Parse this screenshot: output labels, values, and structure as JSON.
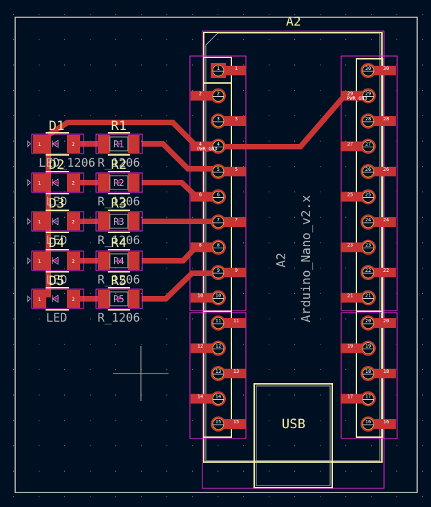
{
  "app": "PCB layout editor",
  "colors": {
    "background": "#001023",
    "board_edge": "#d0d2cd",
    "copper": "#c83434",
    "silkscreen": "#f2eda1",
    "courtyard": "#ff26e2",
    "fab": "#b4b4b4",
    "pad_ring": "#e0b020",
    "grid": "#848484"
  },
  "module": {
    "reference": "A2",
    "value": "Arduino_Nano_v2.x",
    "fab_reference": "A2",
    "connector_label": "USB",
    "left_header_pins": [
      {
        "num": "1",
        "label": "1"
      },
      {
        "num": "2",
        "label": "2"
      },
      {
        "num": "3",
        "label": "3"
      },
      {
        "num": "4",
        "label": "4",
        "net": "PWR_GND"
      },
      {
        "num": "5",
        "label": "5"
      },
      {
        "num": "6",
        "label": "6"
      },
      {
        "num": "7",
        "label": "7"
      },
      {
        "num": "8",
        "label": "8"
      },
      {
        "num": "9",
        "label": "9"
      },
      {
        "num": "10",
        "label": "10"
      },
      {
        "num": "11",
        "label": "11"
      },
      {
        "num": "12",
        "label": "12"
      },
      {
        "num": "13",
        "label": "13"
      },
      {
        "num": "14",
        "label": "14"
      },
      {
        "num": "15",
        "label": "15"
      }
    ],
    "right_header_pins": [
      {
        "num": "30",
        "label": "30"
      },
      {
        "num": "29",
        "label": "29",
        "net": "PWR_GND"
      },
      {
        "num": "28",
        "label": "28"
      },
      {
        "num": "27",
        "label": "27"
      },
      {
        "num": "26",
        "label": "26"
      },
      {
        "num": "25",
        "label": "25"
      },
      {
        "num": "24",
        "label": "24"
      },
      {
        "num": "23",
        "label": "23"
      },
      {
        "num": "22",
        "label": "22"
      },
      {
        "num": "21",
        "label": "21"
      },
      {
        "num": "20",
        "label": "20"
      },
      {
        "num": "19",
        "label": "19"
      },
      {
        "num": "18",
        "label": "18"
      },
      {
        "num": "17",
        "label": "17"
      },
      {
        "num": "16",
        "label": "16"
      }
    ]
  },
  "components": [
    {
      "led_ref": "D1",
      "led_value": "LED_1206",
      "res_ref": "R1",
      "res_value": "R_1206"
    },
    {
      "led_ref": "D2",
      "led_value": "LED",
      "res_ref": "R2",
      "res_value": "R_1206"
    },
    {
      "led_ref": "D3",
      "led_value": "LED",
      "res_ref": "R3",
      "res_value": "R_1206"
    },
    {
      "led_ref": "D4",
      "led_value": "LED",
      "res_ref": "R4",
      "res_value": "R_1206"
    },
    {
      "led_ref": "D5",
      "led_value": "LED",
      "res_ref": "R5",
      "res_value": "R_1206"
    }
  ],
  "pad_net_label": "PWR_GND",
  "pad_numbers": {
    "one": "1",
    "two": "2"
  }
}
